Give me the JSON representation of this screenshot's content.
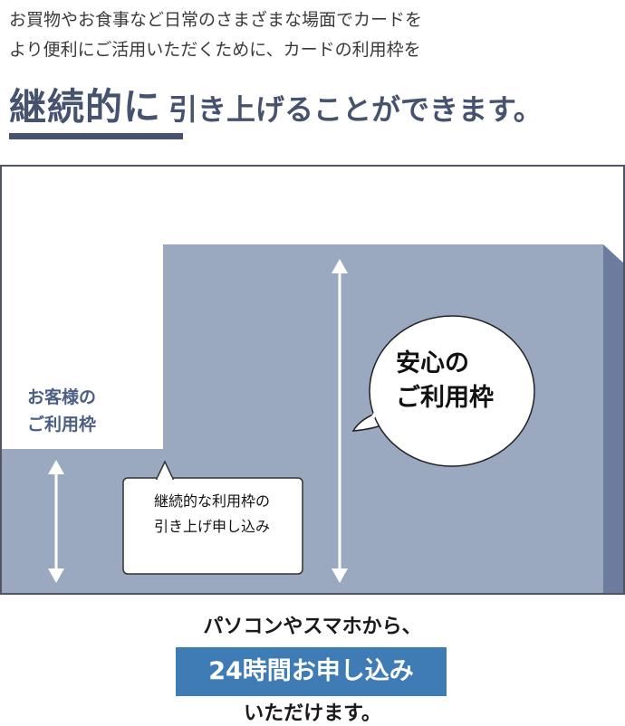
{
  "intro": {
    "line1": "お買物やお食事など日常のさまざまな場面でカードを",
    "line2": "より便利にご活用いただくために、カードの利用枠を"
  },
  "headline": {
    "emphasis": "継続的に",
    "rest": "引き上げることができます。"
  },
  "diagram": {
    "customer_limit": {
      "line1": "お客様の",
      "line2": "ご利用枠"
    },
    "safe_limit": {
      "line1": "安心の",
      "line2": "ご利用枠"
    },
    "request": {
      "line1": "継続的な利用枠の",
      "line2": "引き上げ申し込み"
    }
  },
  "footer": {
    "line1": "パソコンやスマホから、",
    "badge": "24時間お申し込み",
    "line3": "いただけます。"
  },
  "colors": {
    "navy": "#46526e",
    "block": "#9aa8c0",
    "block_side": "#6b7c9e",
    "badge": "#3f7bb5"
  }
}
